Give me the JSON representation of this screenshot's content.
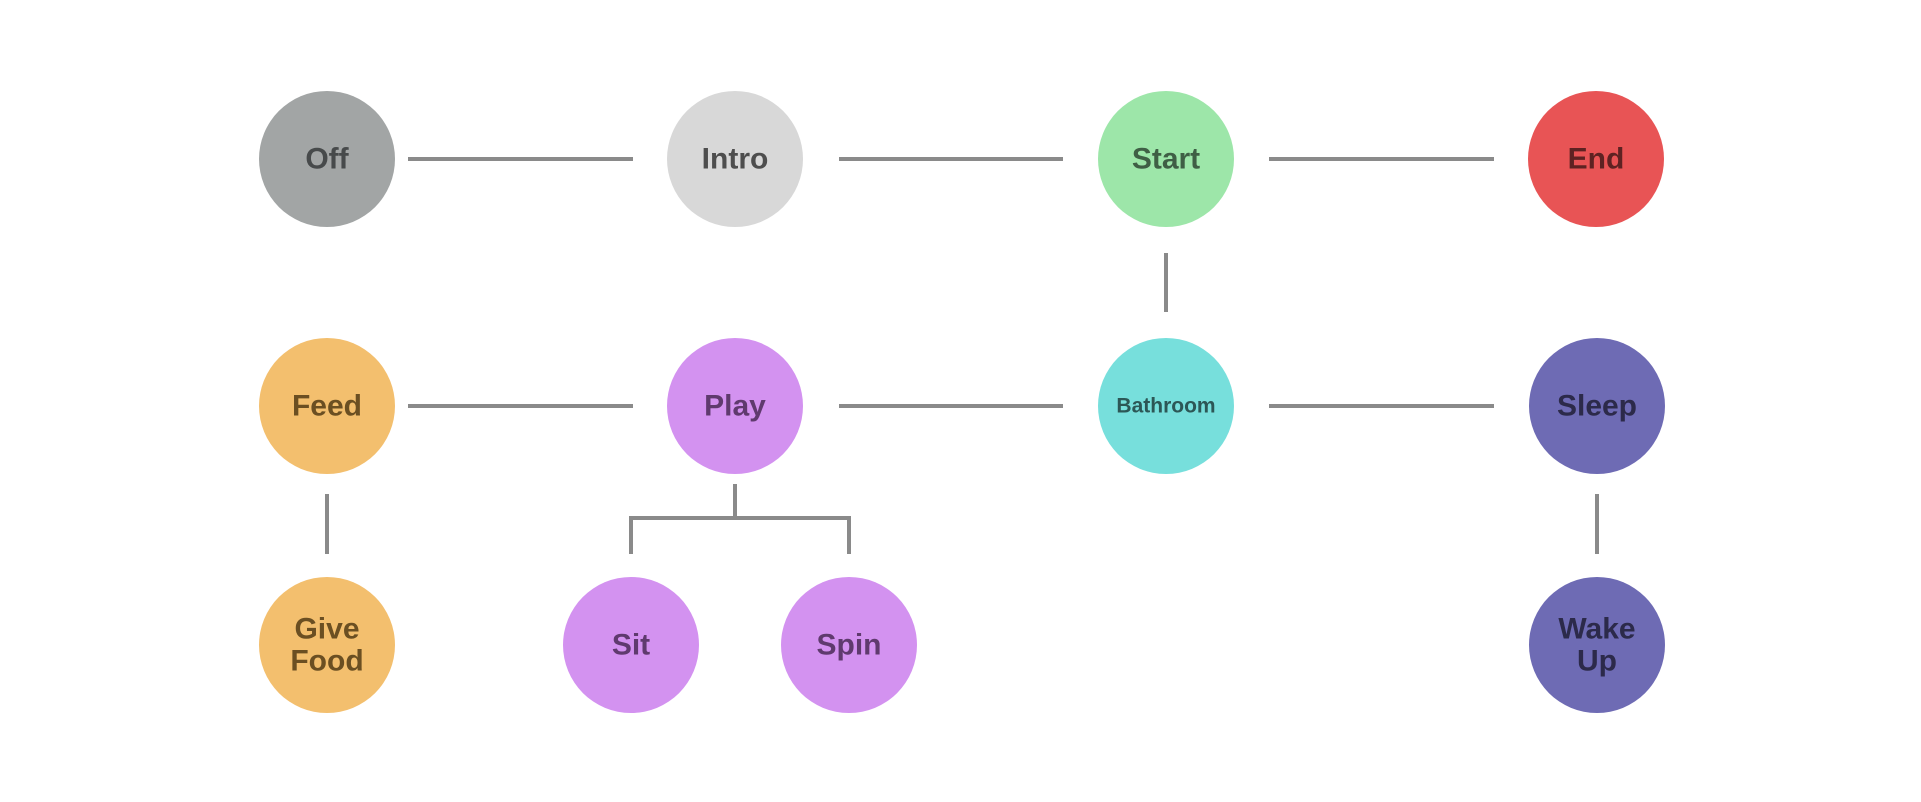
{
  "colors": {
    "background": "#ffffff",
    "connector": "#8a8a8a",
    "off": "#a2a5a5",
    "intro": "#d8d8d8",
    "start": "#9de6a9",
    "end": "#e85455",
    "feed": "#f3bf6e",
    "play": "#d392f0",
    "bathroom": "#77dfdc",
    "sleep": "#6e6bb4"
  },
  "nodes": {
    "off": {
      "label": [
        "Off"
      ],
      "fill": "off",
      "text_color": "#474a4b"
    },
    "intro": {
      "label": [
        "Intro"
      ],
      "fill": "intro",
      "text_color": "#4e4e4e"
    },
    "start": {
      "label": [
        "Start"
      ],
      "fill": "start",
      "text_color": "#3f5f45"
    },
    "end": {
      "label": [
        "End"
      ],
      "fill": "end",
      "text_color": "#5e2222"
    },
    "feed": {
      "label": [
        "Feed"
      ],
      "fill": "feed",
      "text_color": "#6b4f22"
    },
    "play": {
      "label": [
        "Play"
      ],
      "fill": "play",
      "text_color": "#5f3a6e"
    },
    "bathroom": {
      "label": [
        "Bathroom"
      ],
      "fill": "bathroom",
      "text_color": "#2c5756"
    },
    "sleep": {
      "label": [
        "Sleep"
      ],
      "fill": "sleep",
      "text_color": "#2c2a4a"
    },
    "give_food": {
      "label": [
        "Give",
        "Food"
      ],
      "fill": "feed",
      "text_color": "#6b4f22"
    },
    "sit": {
      "label": [
        "Sit"
      ],
      "fill": "play",
      "text_color": "#5f3a6e"
    },
    "spin": {
      "label": [
        "Spin"
      ],
      "fill": "play",
      "text_color": "#5f3a6e"
    },
    "wake_up": {
      "label": [
        "Wake",
        "Up"
      ],
      "fill": "sleep",
      "text_color": "#2c2a4a"
    }
  },
  "edges": [
    [
      "off",
      "intro"
    ],
    [
      "intro",
      "start"
    ],
    [
      "start",
      "end"
    ],
    [
      "start",
      "bathroom"
    ],
    [
      "feed",
      "play"
    ],
    [
      "play",
      "bathroom"
    ],
    [
      "bathroom",
      "sleep"
    ],
    [
      "feed",
      "give_food"
    ],
    [
      "play",
      "sit"
    ],
    [
      "play",
      "spin"
    ],
    [
      "sleep",
      "wake_up"
    ]
  ]
}
